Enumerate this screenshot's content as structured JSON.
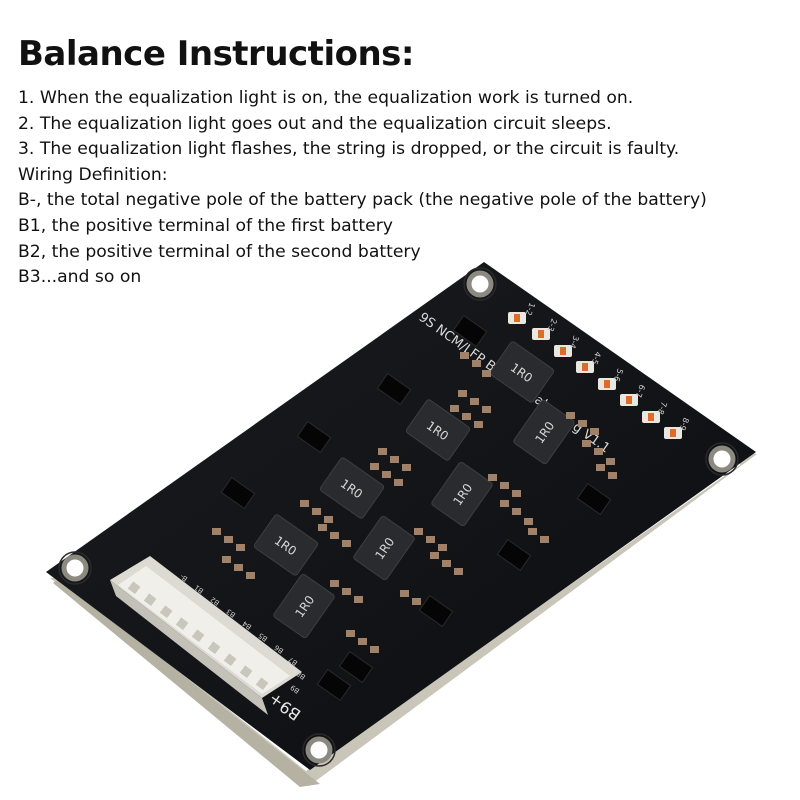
{
  "heading": "Balance Instructions:",
  "instructions": [
    "1. When the equalization light is on, the equalization work is turned on.",
    "2. The equalization light goes out and the equalization circuit sleeps.",
    "3. The equalization light flashes, the string is dropped, or the circuit is faulty.",
    "Wiring Definition:",
    "B-, the total negative pole of the battery pack (the negative pole of the battery)",
    "B1, the positive terminal of the first battery",
    "B2, the positive terminal of the second battery",
    "B3...and so on"
  ],
  "board": {
    "silkscreen_title": "9S NCM/LFP Battery balancing V1.1",
    "inductor_label": "1R0",
    "connector_label": "B9+",
    "pin_labels": [
      "B-",
      "B1",
      "B2",
      "B3",
      "B4",
      "B5",
      "B6",
      "B7",
      "B8",
      "B9"
    ],
    "led_labels": [
      "1-2",
      "2-3",
      "3-4",
      "4-5",
      "5-6",
      "6-7",
      "7-8",
      "8-9"
    ],
    "colors": {
      "pcb": "#121316",
      "edge": "#c9c6b9",
      "connector": "#eceae4",
      "smd": "#a0826a",
      "inductor": "#2a2b2e"
    }
  }
}
